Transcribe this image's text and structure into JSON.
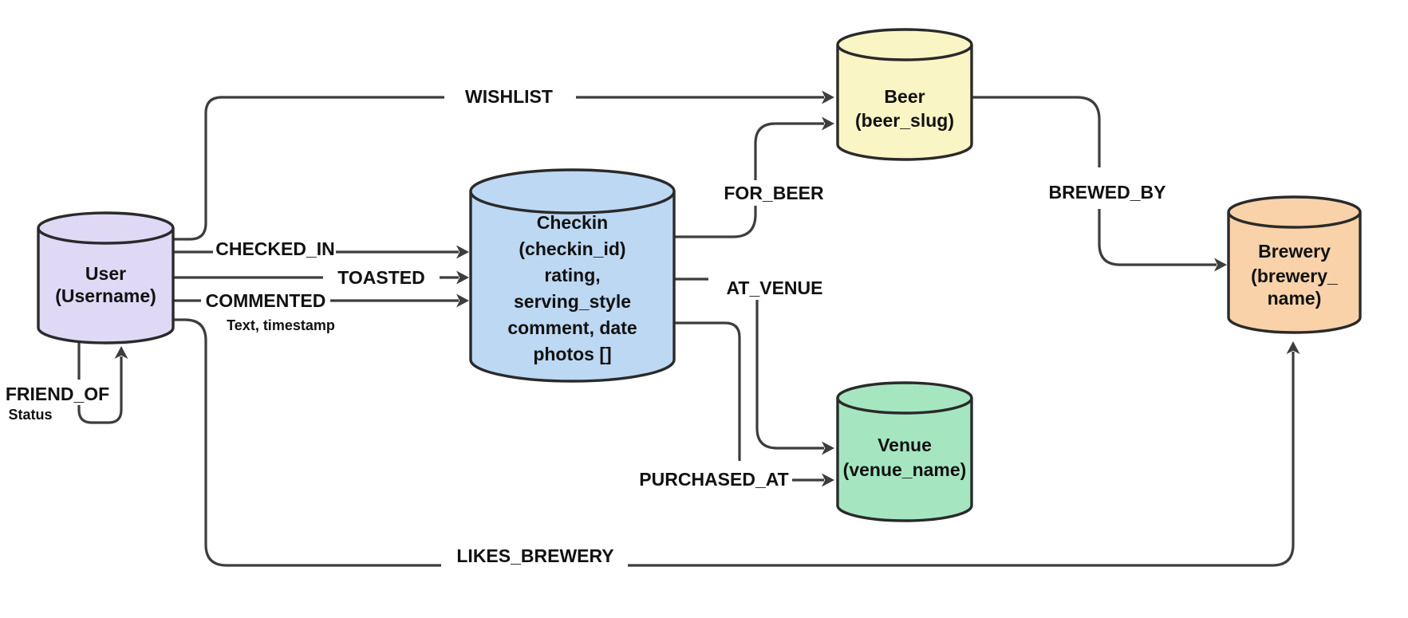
{
  "diagram": {
    "title_hint": "Graph data model of beer check-in app entities",
    "background": "#ffffff",
    "line_color": "#3d3d3d",
    "nodes": {
      "user": {
        "label": "User (Username)",
        "lines": [
          "User",
          "(Username)"
        ],
        "fill": "#DFD9F6",
        "shape": "cylinder"
      },
      "checkin": {
        "label": "Checkin (checkin_id) rating, serving_style comment, date photos []",
        "lines": [
          "Checkin",
          "(checkin_id)",
          "rating,",
          "serving_style",
          "comment, date",
          "photos []"
        ],
        "fill": "#BDD8F3",
        "shape": "cylinder"
      },
      "beer": {
        "label": "Beer (beer_slug)",
        "lines": [
          "Beer",
          "(beer_slug)"
        ],
        "fill": "#FAF5C4",
        "shape": "cylinder"
      },
      "venue": {
        "label": "Venue (venue_name)",
        "lines": [
          "Venue",
          "(venue_name)"
        ],
        "fill": "#A5E6C1",
        "shape": "cylinder"
      },
      "brewery": {
        "label": "Brewery (brewery_name)",
        "lines": [
          "Brewery",
          "(brewery_",
          "name)"
        ],
        "fill": "#F9D2A9",
        "shape": "cylinder"
      }
    },
    "edges": {
      "wishlist": {
        "label": "WISHLIST",
        "from": "User",
        "to": "Beer"
      },
      "checked_in": {
        "label": "CHECKED_IN",
        "from": "User",
        "to": "Checkin"
      },
      "toasted": {
        "label": "TOASTED",
        "from": "User",
        "to": "Checkin"
      },
      "commented": {
        "label": "COMMENTED",
        "sublabel": "Text, timestamp",
        "from": "User",
        "to": "Checkin"
      },
      "friend_of": {
        "label": "FRIEND_OF",
        "sublabel": "Status",
        "from": "User",
        "to": "User"
      },
      "for_beer": {
        "label": "FOR_BEER",
        "from": "Checkin",
        "to": "Beer"
      },
      "at_venue": {
        "label": "AT_VENUE",
        "from": "Checkin",
        "to": "Venue"
      },
      "purchased_at": {
        "label": "PURCHASED_AT",
        "from": "Checkin",
        "to": "Venue"
      },
      "brewed_by": {
        "label": "BREWED_BY",
        "from": "Beer",
        "to": "Brewery"
      },
      "likes_brewery": {
        "label": "LIKES_BREWERY",
        "from": "User",
        "to": "Brewery"
      }
    }
  }
}
